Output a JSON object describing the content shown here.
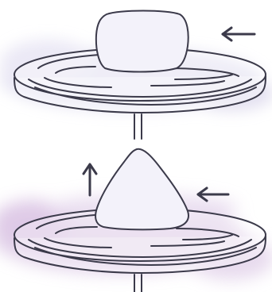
{
  "colors": {
    "ink": "#3b3a4a",
    "object_fill": "#f3f2fa",
    "wash_top": "#d9d6ec",
    "wash_bottom": "#d6bfe0"
  },
  "panels": [
    {
      "id": "top",
      "object_shape": "rounded-block",
      "arrows": [
        "arrow-left"
      ]
    },
    {
      "id": "bottom",
      "object_shape": "rounded-cone",
      "arrows": [
        "arrow-left",
        "arrow-up"
      ]
    }
  ]
}
